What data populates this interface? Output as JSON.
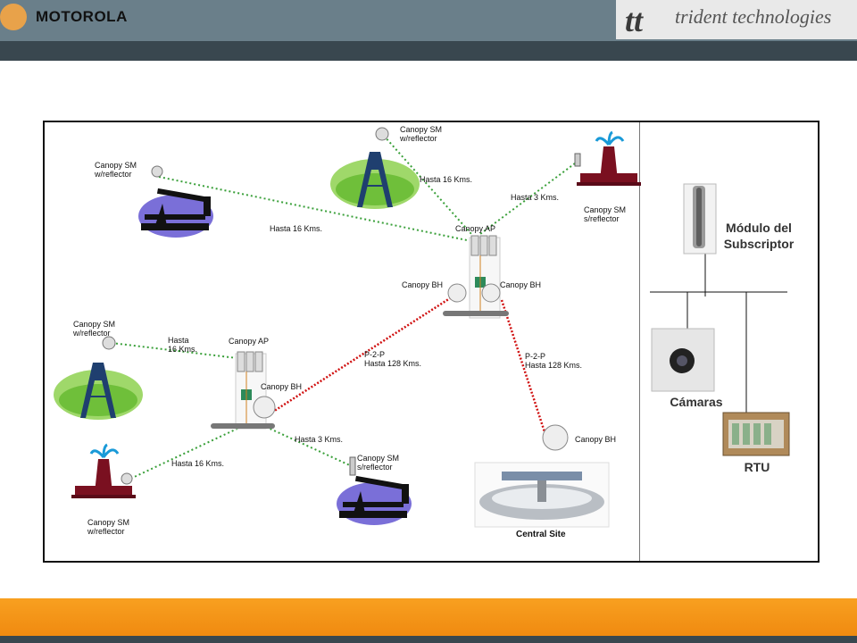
{
  "header": {
    "left_logo_text": "MOTOROLA",
    "right_logo_mark": "tt",
    "right_logo_text": "trident technologies"
  },
  "colors": {
    "topbar": "#6a7f8a",
    "dark_strip": "#39474f",
    "bottom_bar": "#f39a1a",
    "wireless_link": "#3aa03a",
    "p2p_link": "#d01010"
  },
  "labels": {
    "sm_top": "Canopy SM\nw/reflector",
    "sm_left_top": "Canopy SM\nw/reflector",
    "sm_right_top": "Canopy SM\ns/reflector",
    "hasta16_a": "Hasta 16 Kms.",
    "hasta16_b": "Hasta 16 Kms.",
    "hasta3_a": "Hasta 3 Kms.",
    "ap_main": "Canopy AP",
    "bh_main_left": "Canopy BH",
    "bh_main_right": "Canopy BH",
    "sm_left_mid": "Canopy SM\nw/reflector",
    "hasta16_c": "Hasta\n16 Kms.",
    "ap_left": "Canopy AP",
    "bh_left": "Canopy BH",
    "p2p_left": "P-2-P\nHasta 128 Kms.",
    "p2p_right": "P-2-P\nHasta 128 Kms.",
    "hasta3_b": "Hasta 3 Kms.",
    "hasta16_d": "Hasta 16 Kms.",
    "sm_bottom_mid": "Canopy SM\ns/reflector",
    "bh_central": "Canopy BH",
    "sm_bottom_left": "Canopy SM\nw/reflector",
    "central_site": "Central Site"
  },
  "legend_panel": {
    "subscriber_module": "Módulo del\nSubscriptor",
    "cameras": "Cámaras",
    "rtu": "RTU"
  },
  "icons": [
    "oil-pump-icon",
    "oil-derrick-icon",
    "offshore-platform-icon",
    "dish-antenna-icon",
    "access-point-tower-icon",
    "control-room-icon",
    "subscriber-module-icon",
    "security-camera-icon",
    "rtu-cabinet-icon"
  ]
}
